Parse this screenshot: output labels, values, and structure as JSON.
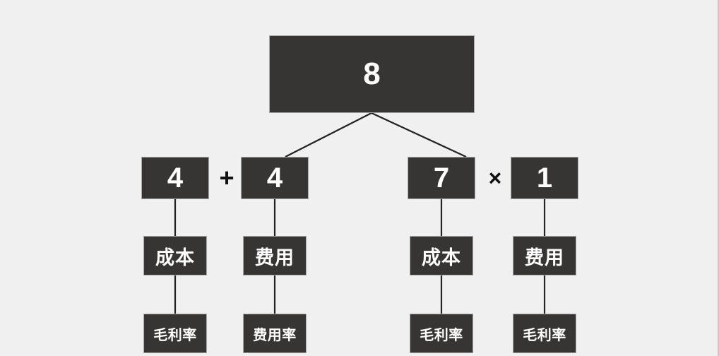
{
  "diagram": {
    "type": "tree",
    "background_color": "#f0f0f0",
    "node_fill_color": "#363533",
    "node_border_color": "#a9a9a9",
    "node_text_color": "#ffffff",
    "edge_color": "#222222",
    "operator_color": "#111111",
    "levels": 4,
    "root": {
      "label": "8"
    },
    "operands": [
      {
        "label": "4"
      },
      {
        "label": "4"
      },
      {
        "label": "7"
      },
      {
        "label": "1"
      }
    ],
    "operators": [
      {
        "label": "+",
        "symbol_name": "plus-sign"
      },
      {
        "label": "×",
        "symbol_name": "multiplication-sign"
      }
    ],
    "categories": [
      {
        "label": "成本"
      },
      {
        "label": "费用"
      },
      {
        "label": "成本"
      },
      {
        "label": "费用"
      }
    ],
    "ratios": [
      {
        "label": "毛利率"
      },
      {
        "label": "费用率"
      },
      {
        "label": "毛利率"
      },
      {
        "label": "毛利率"
      }
    ]
  }
}
